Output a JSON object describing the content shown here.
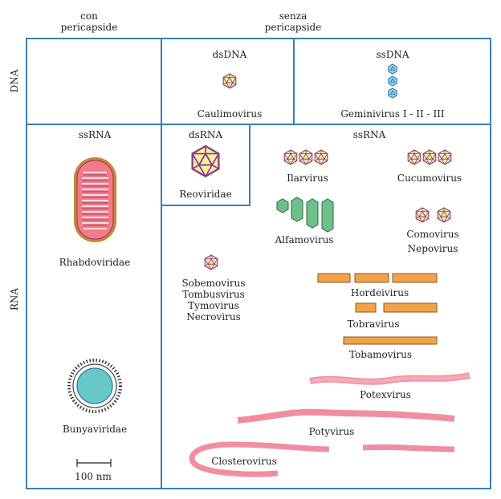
{
  "header": {
    "con_pericapside": [
      "con",
      "pericapside"
    ],
    "senza_pericapside": [
      "senza",
      "pericapside"
    ]
  },
  "rows": {
    "dna": "DNA",
    "rna": "RNA"
  },
  "cells": {
    "dsdna": {
      "title": "dsDNA",
      "virus": "Caulimovirus"
    },
    "ssdna": {
      "title": "ssDNA",
      "virus": "Geminivirus I - II - III"
    },
    "ssrna_env": {
      "title": "ssRNA",
      "virus_1": "Rhabdoviridae",
      "virus_2": "Bunyaviridae"
    },
    "dsrna": {
      "title": "dsRNA",
      "virus": "Reoviridae"
    },
    "ssrna": {
      "title": "ssRNA",
      "ilarvirus": "Ilarvirus",
      "cucumovirus": "Cucumovirus",
      "alfamovirus": "Alfamovirus",
      "comovirus": "Comovirus",
      "nepovirus": "Nepovirus",
      "sobemo_group": [
        "Sobemovirus",
        "Tombusvirus",
        "Tymovirus",
        "Necrovirus"
      ],
      "hordeivirus": "Hordeivirus",
      "tobravirus": "Tobravirus",
      "tobamovirus": "Tobamovirus",
      "potexvirus": "Potexvirus",
      "potyvirus": "Potyvirus",
      "closterovirus": "Closterovirus"
    }
  },
  "scale_bar": "100 nm",
  "colors": {
    "grid": "#3a7fb6",
    "capsid_stroke": "#8a3a8a",
    "capsid_fill": "#f7efa0",
    "rod_fill": "#f2a34a",
    "bacilliform_fill": "#6dc08a",
    "filament_fill": "#f08ea0",
    "gemini_fill": "#4aa0d8",
    "bunya_fill": "#68c8c8"
  }
}
